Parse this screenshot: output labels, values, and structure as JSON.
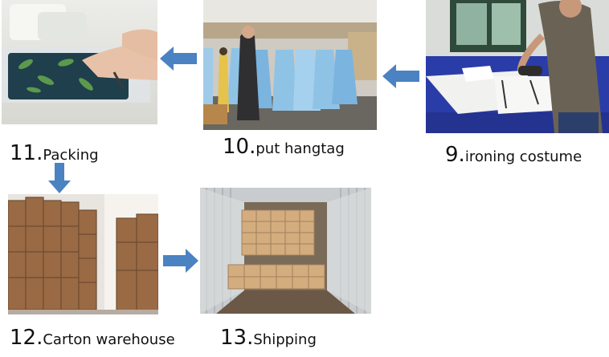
{
  "steps": [
    {
      "num": "9.",
      "label": "ironing costume"
    },
    {
      "num": "10.",
      "label": "put hangtag"
    },
    {
      "num": "11.",
      "label": "Packing"
    },
    {
      "num": "12.",
      "label": "Carton warehouse"
    },
    {
      "num": "13.",
      "label": "Shipping"
    }
  ],
  "colors": {
    "arrow": "#4a82c2"
  }
}
